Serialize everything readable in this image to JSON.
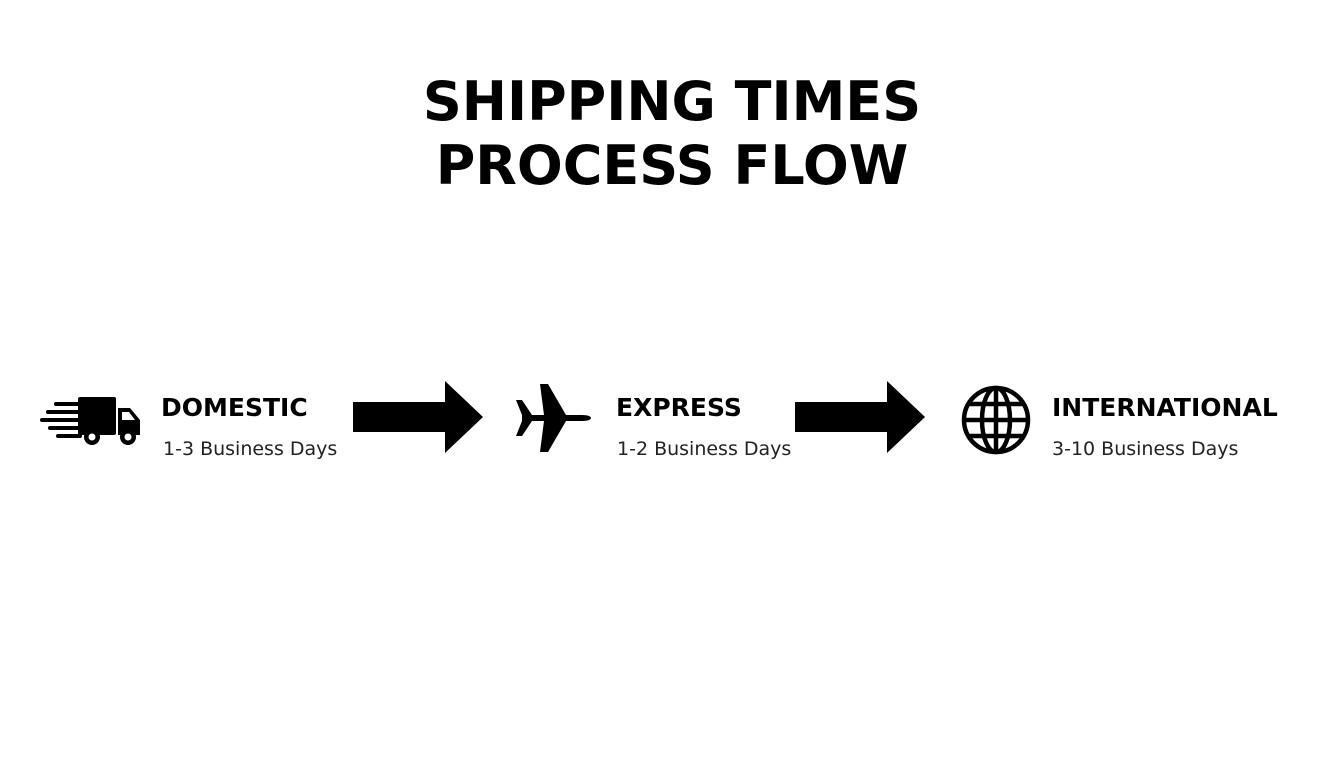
{
  "title": {
    "line1": "SHIPPING TIMES",
    "line2": "PROCESS FLOW"
  },
  "stages": [
    {
      "name": "DOMESTIC",
      "time": "1-3 Business Days",
      "icon": "delivery-truck-icon"
    },
    {
      "name": "EXPRESS",
      "time": "1-2 Business Days",
      "icon": "airplane-icon"
    },
    {
      "name": "INTERNATIONAL",
      "time": "3-10 Business Days",
      "icon": "globe-icon"
    }
  ],
  "colors": {
    "foreground": "#000000",
    "background": "#ffffff"
  }
}
